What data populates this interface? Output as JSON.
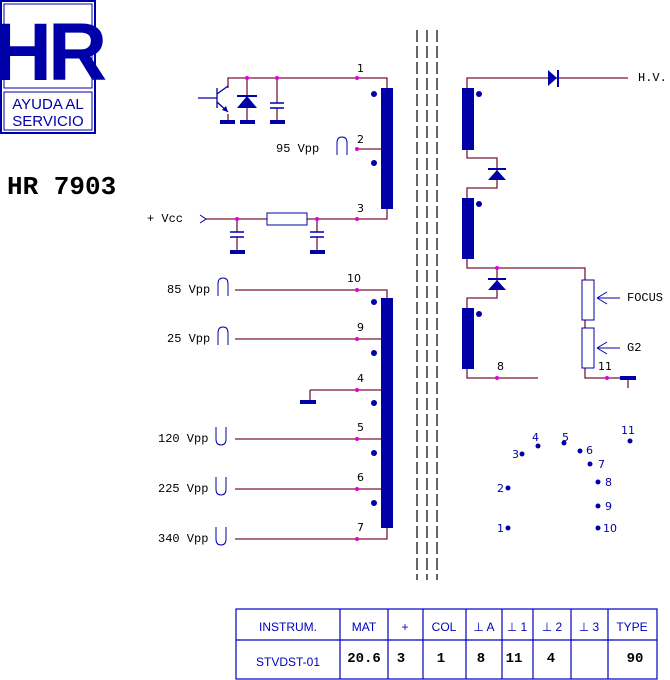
{
  "logo": {
    "mark": "HR",
    "line1": "AYUDA AL",
    "line2": "SERVICIO"
  },
  "model": "HR 7903",
  "primary": {
    "vcc": "+ Vcc",
    "pin1": "1",
    "pin2": "2",
    "pin3": "3",
    "pulse2": "95 Vpp"
  },
  "secondary": [
    {
      "pin": "10",
      "label": "85 Vpp"
    },
    {
      "pin": "9",
      "label": "25 Vpp"
    },
    {
      "pin": "4",
      "label": ""
    },
    {
      "pin": "5",
      "label": "120 Vpp"
    },
    {
      "pin": "6",
      "label": "225 Vpp"
    },
    {
      "pin": "7",
      "label": "340 Vpp"
    }
  ],
  "hv": {
    "hv": "H.V.",
    "focus": "FOCUS",
    "g2": "G2",
    "pin8": "8",
    "pin11": "11"
  },
  "pinout": [
    "1",
    "2",
    "3",
    "4",
    "5",
    "6",
    "7",
    "8",
    "9",
    "10",
    "11"
  ],
  "table": {
    "headers": [
      "INSTRUM.",
      "MAT",
      "+",
      "COL",
      "⊥ A",
      "⊥ 1",
      "⊥ 2",
      "⊥ 3",
      "TYPE"
    ],
    "values": [
      "STVDST-01",
      "20.6",
      "3",
      "1",
      "8",
      "11",
      "4",
      "",
      "90"
    ]
  },
  "colors": {
    "blue": "#0000a8",
    "wire": "#7a1838",
    "junction": "#e000e0"
  }
}
